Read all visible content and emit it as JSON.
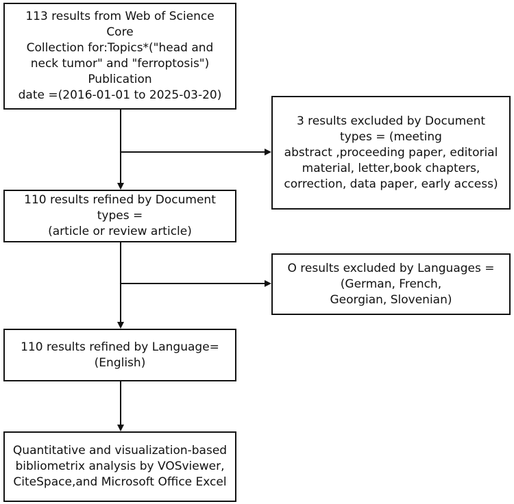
{
  "flowchart": {
    "box_identification": {
      "lines": [
        "113 results from Web of  Science",
        "Core",
        "Collection for:Topics*(\"head and",
        "neck tumor\" and \"ferroptosis\")",
        "Publication",
        "date =(2016-01-01 to 2025-03-20)"
      ]
    },
    "box_excluded_doctypes": {
      "lines": [
        "3 results excluded by Document",
        "types = (meeting",
        "abstract ,proceeding paper, editorial",
        "material, letter,book chapters,",
        "correction, data paper, early access)"
      ]
    },
    "box_refined_doctypes": {
      "lines": [
        "110 results refined by Document",
        "types =",
        "(article or review article)"
      ]
    },
    "box_excluded_languages": {
      "lines": [
        "O results excluded by Languages =",
        "(German, French,",
        "Georgian, Slovenian)"
      ]
    },
    "box_refined_language": {
      "lines": [
        "110 results refined by Language=",
        "(English)"
      ]
    },
    "box_analysis": {
      "lines": [
        "Quantitative and visualization-based",
        "bibliometrix analysis by VOSviewer,",
        "CiteSpace,and Microsoft Office Excel"
      ]
    }
  }
}
